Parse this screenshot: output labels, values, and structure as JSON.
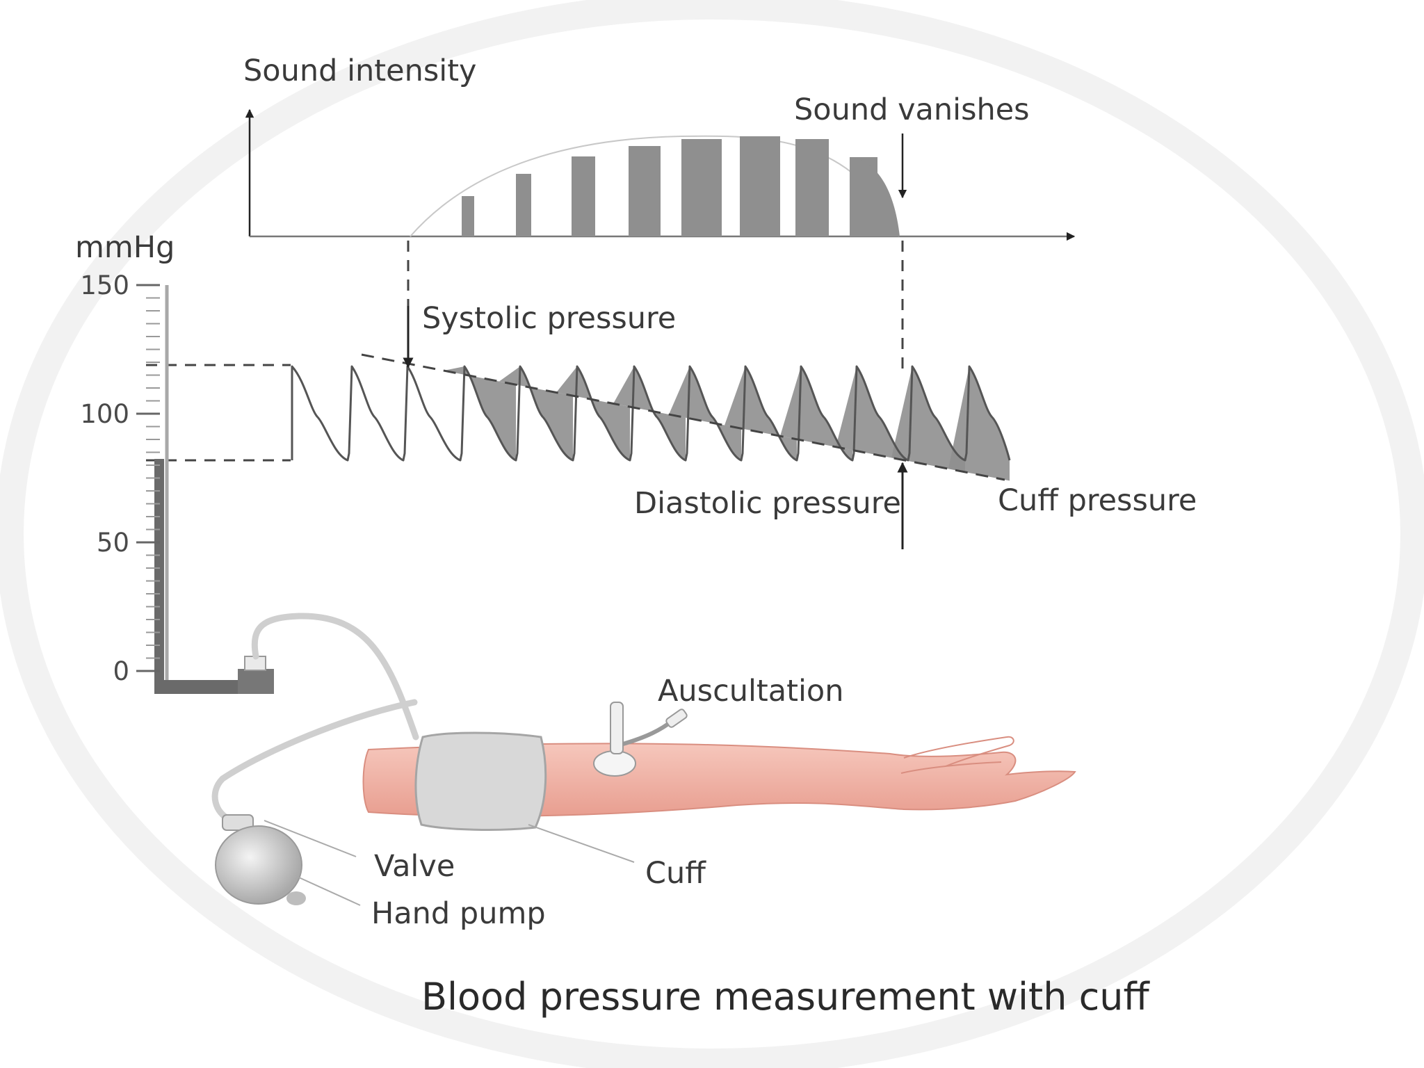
{
  "labels": {
    "sound_intensity": "Sound intensity",
    "sound_vanishes": "Sound vanishes",
    "unit": "mmHg",
    "systolic": "Systolic pressure",
    "diastolic": "Diastolic pressure",
    "cuff_pressure": "Cuff pressure",
    "auscultation": "Auscultation",
    "valve": "Valve",
    "hand_pump": "Hand pump",
    "cuff": "Cuff"
  },
  "scale_ticks": [
    "150",
    "100",
    "50",
    "0"
  ],
  "caption": "Blood pressure measurement with cuff",
  "colors": {
    "line": "#555555",
    "fill": "#8f8f8f",
    "skin": "#f1b3a6",
    "cuff": "#d6d6d6"
  }
}
